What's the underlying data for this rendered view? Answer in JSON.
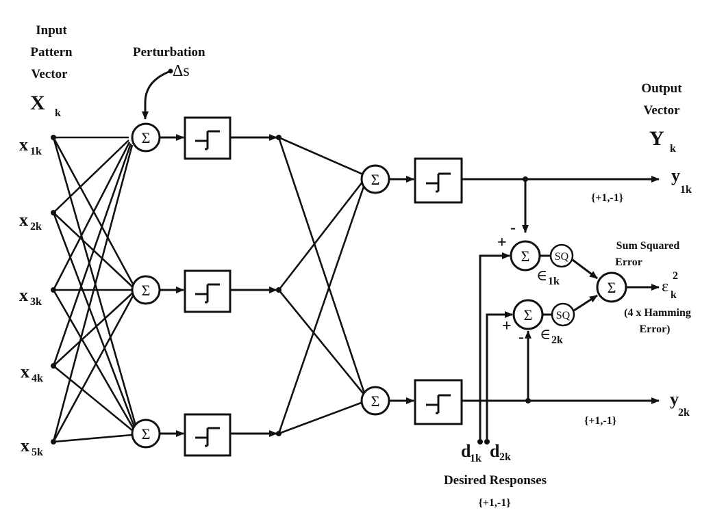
{
  "title_input": [
    "Input",
    "Pattern",
    "Vector"
  ],
  "input_symbol": "X",
  "input_symbol_sub": "k",
  "perturbation_label": "Perturbation",
  "perturbation_symbol": "Δs",
  "output_title": [
    "Output",
    "Vector"
  ],
  "output_symbol": "Y",
  "output_symbol_sub": "k",
  "inputs": [
    {
      "main": "x",
      "sub": "1k"
    },
    {
      "main": "x",
      "sub": "2k"
    },
    {
      "main": "x",
      "sub": "3k"
    },
    {
      "main": "x",
      "sub": "4k"
    },
    {
      "main": "x",
      "sub": "5k"
    }
  ],
  "sum_symbol": "Σ",
  "outputs": [
    {
      "main": "y",
      "sub": "1k",
      "range": "{+1,-1}"
    },
    {
      "main": "y",
      "sub": "2k",
      "range": "{+1,-1}"
    }
  ],
  "errors": [
    {
      "main": "∈",
      "sub": "1k"
    },
    {
      "main": "∈",
      "sub": "2k"
    }
  ],
  "sq_label": "SQ",
  "plus": "+",
  "minus": "-",
  "sum_squared_error": [
    "Sum Squared",
    "Error"
  ],
  "final_error_main": "ε",
  "final_error_sub": "k",
  "final_error_sup": "2",
  "hamming_note": [
    "(4 x Hamming",
    "Error)"
  ],
  "desired": [
    {
      "main": "d",
      "sub": "1k"
    },
    {
      "main": "d",
      "sub": "2k"
    }
  ],
  "desired_label": "Desired  Responses",
  "desired_range": "{+1,-1}"
}
